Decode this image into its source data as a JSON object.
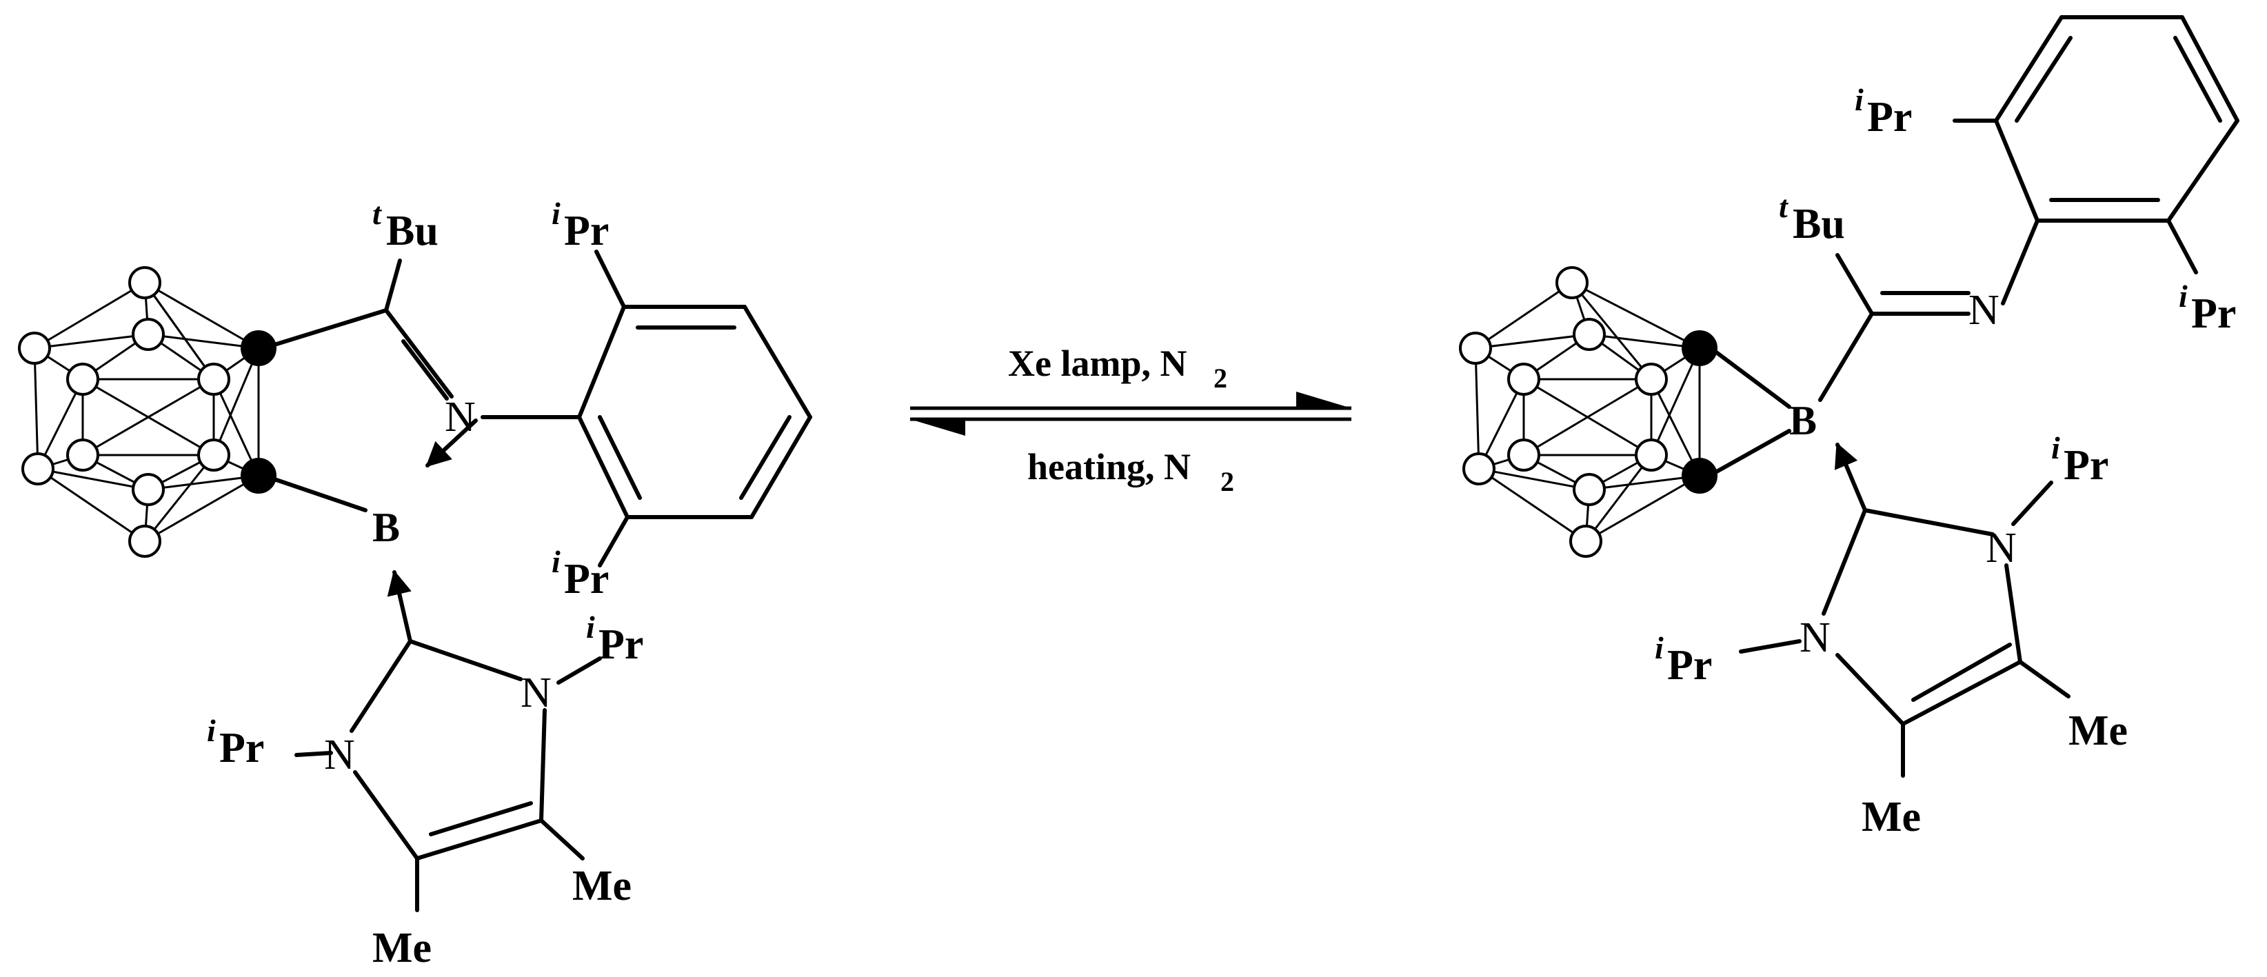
{
  "reaction": {
    "forward_condition": {
      "text": "Xe lamp, N",
      "sub": "2"
    },
    "reverse_condition": {
      "text": "heating, N",
      "sub": "2"
    }
  },
  "labels": {
    "tBu_sup": "t",
    "tBu": "Bu",
    "iPr_sup": "i",
    "iPr": "Pr",
    "N": "N",
    "B": "B",
    "Me": "Me"
  },
  "colors": {
    "ink": "#000000",
    "background": "#ffffff"
  }
}
